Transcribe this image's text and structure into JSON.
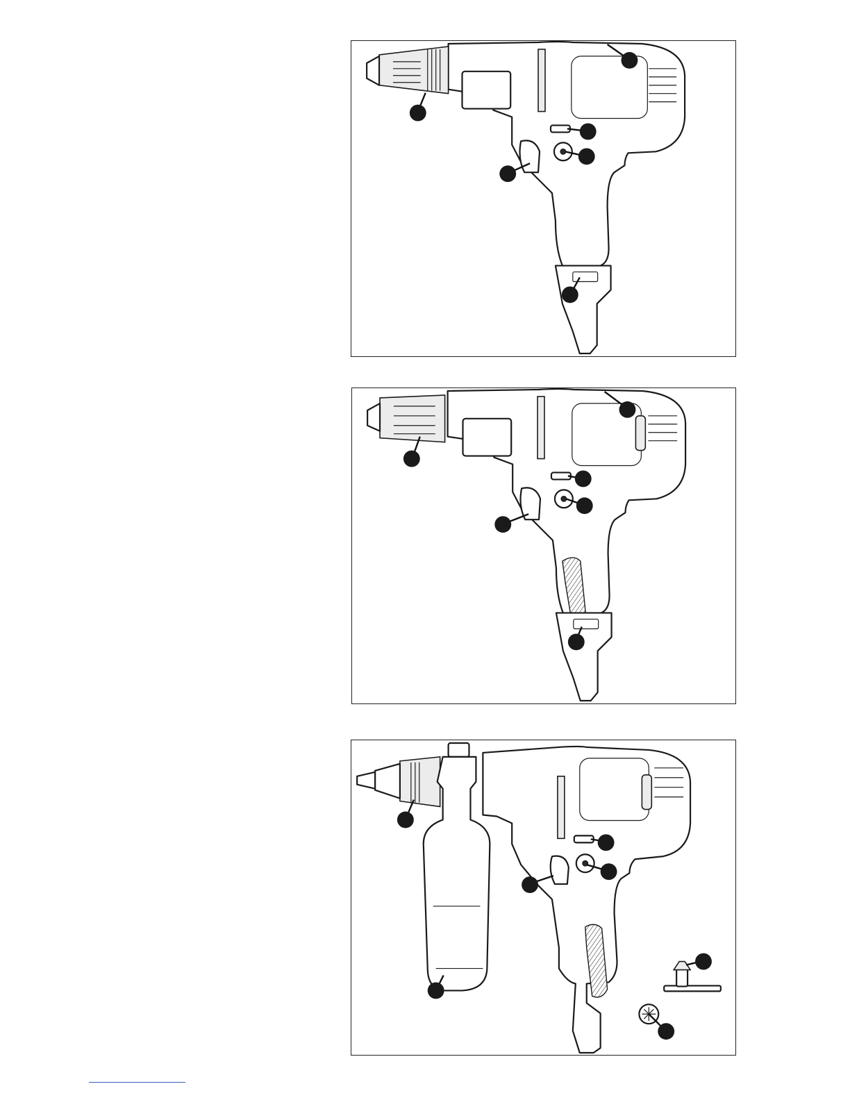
{
  "figures": [
    {
      "id": "figure-1",
      "variant": "keyless-chuck-drill"
    },
    {
      "id": "figure-2",
      "variant": "keyless-chuck-drill-soft-grip"
    },
    {
      "id": "figure-3",
      "variant": "keyed-chuck-drill-with-side-handle"
    }
  ],
  "icons": {
    "callout": "numbered-callout-dot",
    "drill": "power-drill-illustration",
    "side_handle": "side-handle-illustration",
    "chuck_key": "chuck-key-illustration"
  },
  "colors": {
    "line": "#1a1a1a",
    "footer_rule": "#3b5bbf"
  }
}
